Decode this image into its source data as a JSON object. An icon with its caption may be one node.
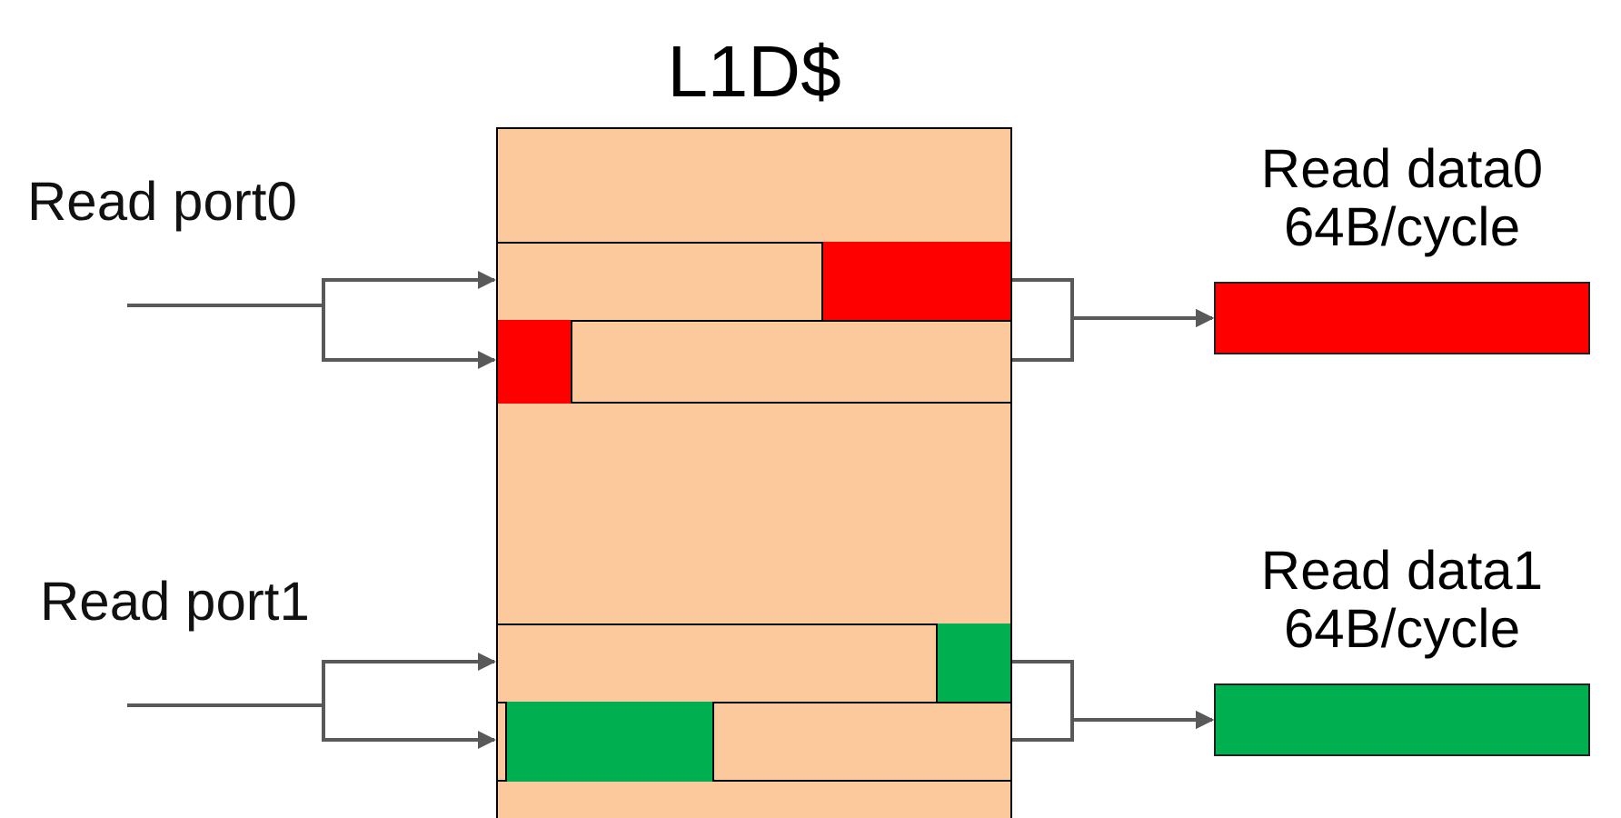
{
  "diagram": {
    "nodes": [
      {
        "text": [
          "L1D$"
        ]
      },
      {
        "text": [],
        "shape": "box",
        "in": 0
      },
      {
        "text": [],
        "shape": "bar",
        "in": 1
      },
      {
        "text": [],
        "shape": "box",
        "in": 0
      },
      {
        "text": [],
        "shape": "bar",
        "in": 3
      },
      {
        "text": [],
        "shape": "box",
        "in": 0
      },
      {
        "text": [],
        "shape": "bar",
        "in": 5
      },
      {
        "text": [],
        "shape": "box",
        "in": 0
      },
      {
        "text": [],
        "shape": "bar",
        "in": 7
      },
      {
        "text": [
          "Read data0 64B/cycle"
        ]
      },
      {
        "text": [
          "Read data1 64B/cycle"
        ]
      }
    ],
    "edges": [
      {
        "from": null,
        "to": 1,
        "arrow": "to"
      },
      {
        "from": null,
        "to": 3,
        "arrow": "to"
      },
      {
        "from": null,
        "to": 5,
        "arrow": "to"
      },
      {
        "from": null,
        "to": 7,
        "arrow": "to"
      },
      {
        "from": 1,
        "to": 9,
        "arrow": "to"
      },
      {
        "from": 3,
        "to": 9,
        "arrow": "to"
      },
      {
        "from": 5,
        "to": 10,
        "arrow": "to"
      },
      {
        "from": 7,
        "to": 10,
        "arrow": "to"
      }
    ],
    "labels": [
      "Read port0",
      "Read port1"
    ]
  }
}
